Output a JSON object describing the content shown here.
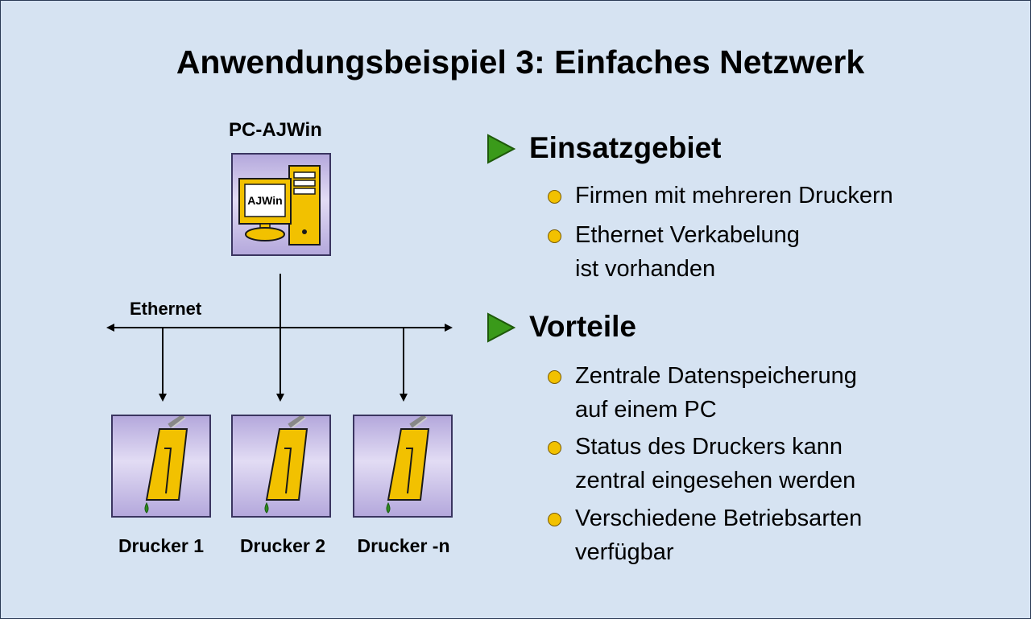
{
  "title": "Anwendungsbeispiel 3: Einfaches Netzwerk",
  "pc": {
    "label": "PC-AJWin",
    "screen_text": "AJWin",
    "icon": "computer-icon"
  },
  "network": {
    "label": "Ethernet"
  },
  "printers": [
    {
      "label": "Drucker 1",
      "icon": "printer-icon"
    },
    {
      "label": "Drucker 2",
      "icon": "printer-icon"
    },
    {
      "label": "Drucker -n",
      "icon": "printer-icon"
    }
  ],
  "sections": [
    {
      "title": "Einsatzgebiet",
      "items": [
        {
          "line1": "Firmen mit mehreren Druckern",
          "line2": ""
        },
        {
          "line1": "Ethernet Verkabelung",
          "line2": "ist vorhanden"
        }
      ]
    },
    {
      "title": "Vorteile",
      "items": [
        {
          "line1": "Zentrale Datenspeicherung",
          "line2": "auf einem PC"
        },
        {
          "line1": "Status des Druckers kann",
          "line2": "zentral eingesehen werden"
        },
        {
          "line1": "Verschiedene Betriebsarten",
          "line2": "verfügbar"
        }
      ]
    }
  ],
  "colors": {
    "background": "#d6e3f2",
    "icon_yellow": "#f2c100",
    "tile_purple": "#b4a8dc",
    "triangle_green": "#3a9a1a"
  }
}
